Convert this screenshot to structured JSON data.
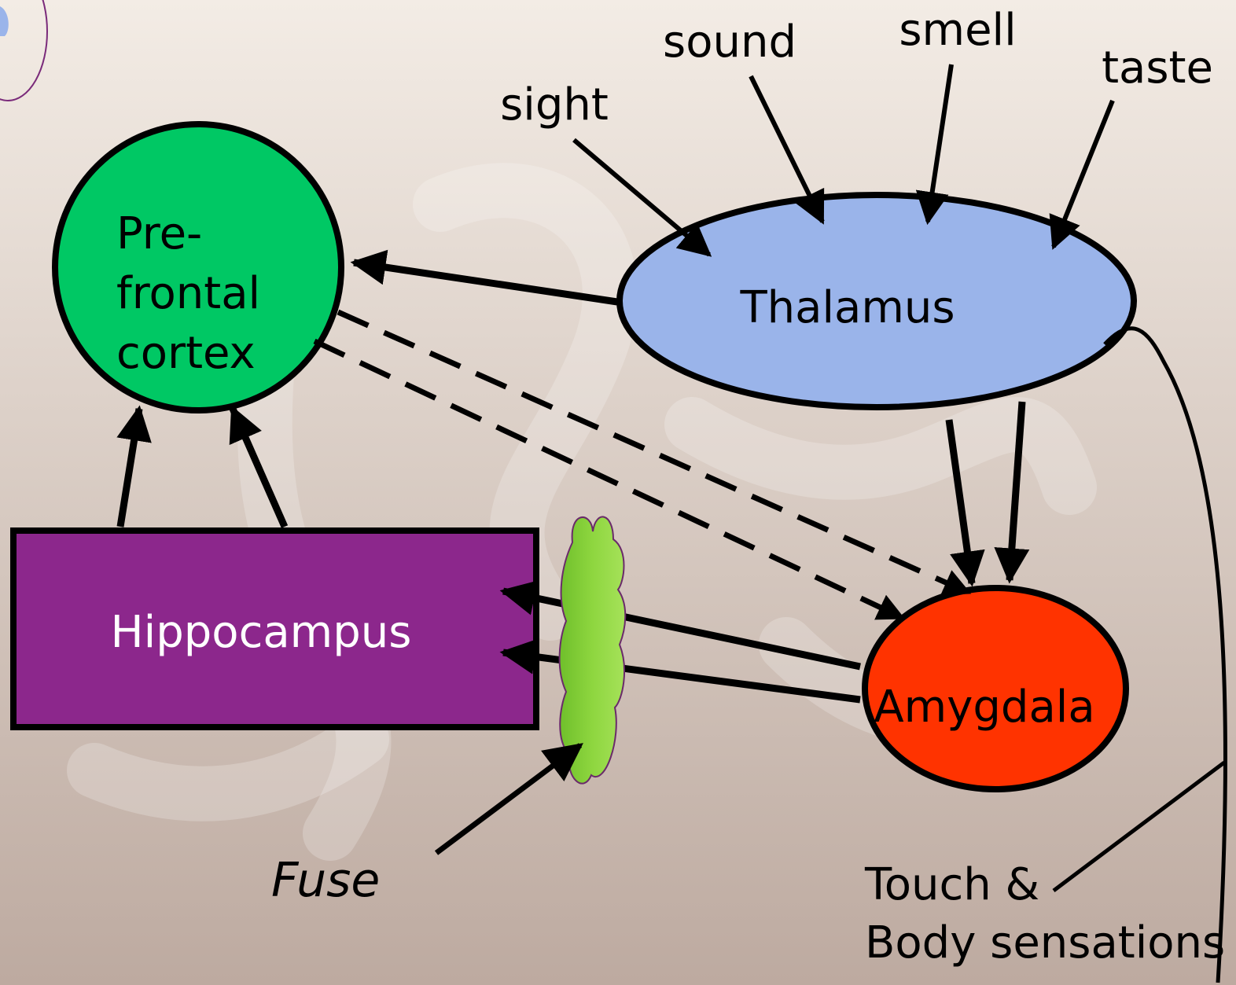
{
  "diagram": {
    "nodes": {
      "prefrontal": {
        "lines": [
          "Pre-",
          "frontal",
          "cortex"
        ],
        "color": "#00c864"
      },
      "thalamus": {
        "label": "Thalamus",
        "color": "#9ab4ea"
      },
      "hippocampus": {
        "label": "Hippocampus",
        "color": "#8c278c"
      },
      "amygdala": {
        "label": "Amygdala",
        "color": "#ff3300"
      },
      "fuse": {
        "color": "#8ed63f"
      }
    },
    "senses": {
      "sight": "sight",
      "sound": "sound",
      "smell": "smell",
      "taste": "taste",
      "touch_line1": "Touch &",
      "touch_line2": "Body sensations"
    },
    "fuse_label": "Fuse",
    "colors": {
      "bg_top": "#f3ece5",
      "bg_bottom": "#bdaaa0",
      "line": "#000000"
    }
  }
}
